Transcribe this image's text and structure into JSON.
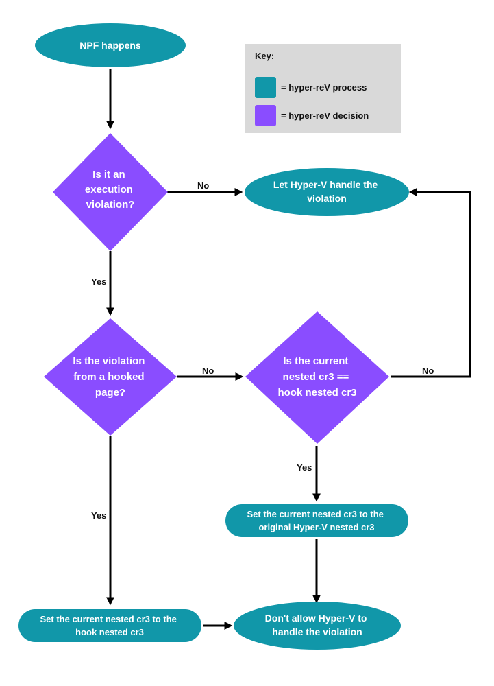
{
  "colors": {
    "process": "#1197A9",
    "decision": "#8A4DFF",
    "key_bg": "#D9D9D9",
    "edge": "#000000"
  },
  "key": {
    "title": "Key:",
    "process_label": "= hyper-reV process",
    "decision_label": "= hyper-reV decision"
  },
  "nodes": {
    "start": {
      "lines": [
        "NPF happens"
      ]
    },
    "exec_check": {
      "lines": [
        "Is it an",
        "execution",
        "violation?"
      ]
    },
    "let_hyperv": {
      "lines": [
        "Let Hyper-V handle the",
        "violation"
      ]
    },
    "hooked_check": {
      "lines": [
        "Is the violation",
        "from a hooked",
        "page?"
      ]
    },
    "cr3_check": {
      "lines": [
        "Is the current",
        "nested cr3 ==",
        "hook nested cr3"
      ]
    },
    "set_original": {
      "lines": [
        "Set the current nested cr3 to the",
        "original Hyper-V nested cr3"
      ]
    },
    "set_hook": {
      "lines": [
        "Set the current nested cr3 to the",
        "hook nested cr3"
      ]
    },
    "dont_allow": {
      "lines": [
        "Don't allow Hyper-V to",
        "handle the violation"
      ]
    }
  },
  "edge_labels": {
    "exec_no": "No",
    "exec_yes": "Yes",
    "hooked_no": "No",
    "hooked_yes": "Yes",
    "cr3_no": "No",
    "cr3_yes": "Yes"
  }
}
